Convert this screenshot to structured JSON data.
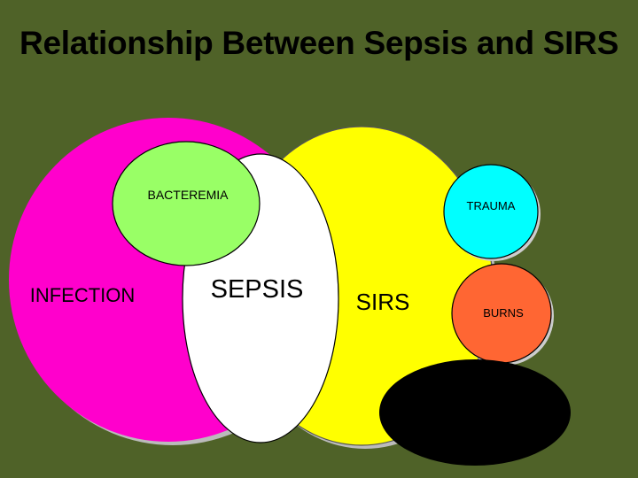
{
  "title": "Relationship Between Sepsis and SIRS",
  "labels": {
    "bacteremia": "BACTEREMIA",
    "trauma": "TRAUMA",
    "infection": "INFECTION",
    "sepsis": "SEPSIS",
    "sirs": "SIRS",
    "burns": "BURNS"
  },
  "colors": {
    "background": "#4f6228",
    "infection": "#ff00cc",
    "sirs": "#ffff00",
    "sepsis": "#ffffff",
    "bacteremia": "#99ff66",
    "trauma": "#00ffff",
    "burns": "#ff6633",
    "black_oval": "#000000"
  }
}
